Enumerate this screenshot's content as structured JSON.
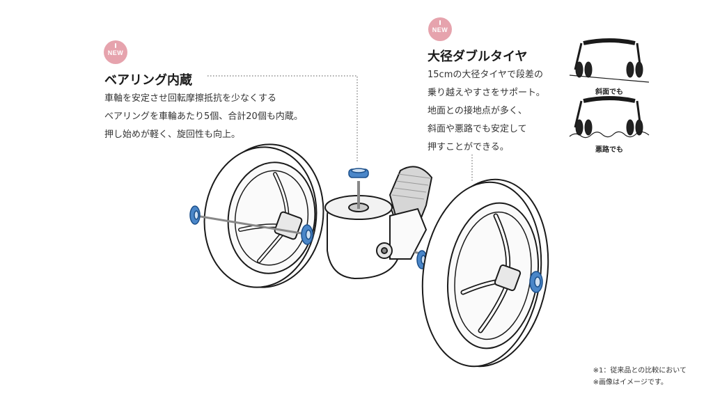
{
  "features": [
    {
      "badge": "NEW",
      "title": "ベアリング内蔵",
      "lines": [
        "車軸を安定させ回転摩擦抵抗を少なくする",
        "ベアリングを車輪あたり5個、合計20個も内蔵。",
        "押し始めが軽く、旋回性も向上。"
      ]
    },
    {
      "badge": "NEW",
      "title": "大径ダブルタイヤ",
      "lines": [
        "15cmの大径タイヤで段差の",
        "乗り越えやすさをサポート。",
        "地面との接地点が多く、",
        "斜面や悪路でも安定して",
        "押すことができる。"
      ]
    }
  ],
  "illustrations": {
    "slope_label": "斜面でも",
    "rough_label": "悪路でも"
  },
  "notes": [
    "※1：従来品との比較において",
    "※画像はイメージです。"
  ],
  "colors": {
    "badge": "#e6a3ad",
    "bearing": "#4a86c8",
    "outline": "#1a1a1a"
  }
}
